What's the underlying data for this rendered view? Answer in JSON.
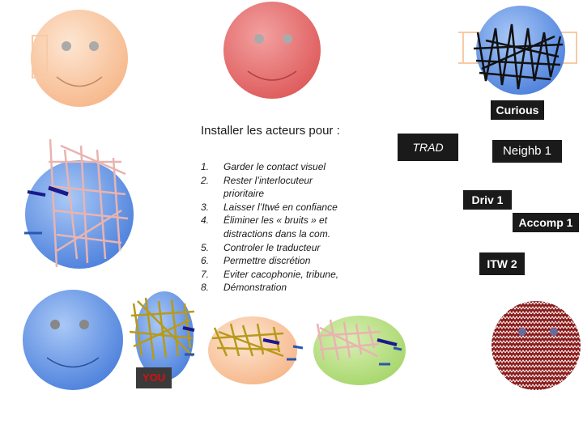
{
  "roles": {
    "curious": "Curious",
    "neighb": "Neighb 1",
    "driv": "Driv 1",
    "accomp": "Accomp 1",
    "itw": "ITW 2",
    "you": "YOU",
    "trad": "TRAD"
  },
  "instructions": {
    "title": "Installer les acteurs pour :",
    "items": [
      {
        "num": "1.",
        "text": "Garder le contact visuel"
      },
      {
        "num": "2.",
        "text": "Rester l’interlocuteur prioritaire"
      },
      {
        "num": "3.",
        "text": "Laisser l’Itwé en confiance"
      },
      {
        "num": "4.",
        "text": "Éliminer les « bruits » et distractions dans la com."
      },
      {
        "num": "5.",
        "text": "Controler le traducteur"
      },
      {
        "num": "6.",
        "text": "Permettre discrétion"
      },
      {
        "num": "7.",
        "text": "Eviter cacophonie, tribune,"
      },
      {
        "num": "8.",
        "text": "Démonstration"
      }
    ]
  },
  "colors": {
    "orange_face": "#f9c7a3",
    "red_face": "#e86868",
    "blue_face": "#6a9ae6",
    "green_face": "#bde08a",
    "patterned_face": "#8b1c1c"
  }
}
